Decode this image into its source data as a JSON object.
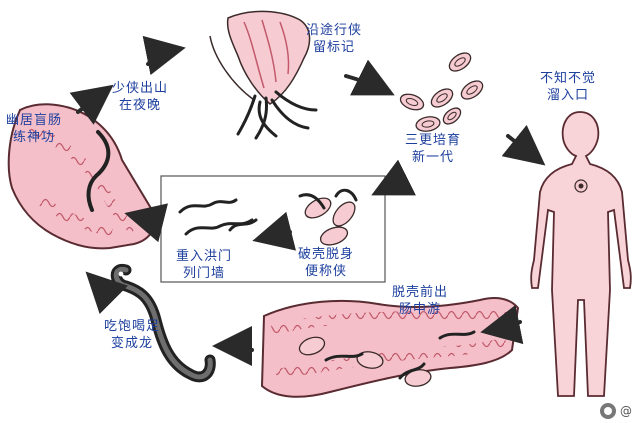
{
  "labels": {
    "worm_emerge": [
      "少侠出山",
      "在夜晚"
    ],
    "perianal": [
      "沿途行侠",
      "留标记"
    ],
    "eggs_hatch": [
      "三更培育",
      "新一代"
    ],
    "ingestion": [
      "不知不觉",
      "溜入口"
    ],
    "colon_adult": [
      "幽居盲肠",
      "练神功"
    ],
    "larva_reenter": [
      "重入洪门",
      "列门墙"
    ],
    "egg_hatch_box": [
      "破壳脱身",
      "便称侠"
    ],
    "small_intestine": [
      "脱壳前出",
      "肠中游"
    ],
    "grow_adult": [
      "吃饱喝足",
      "变成龙"
    ]
  },
  "watermark": "@"
}
